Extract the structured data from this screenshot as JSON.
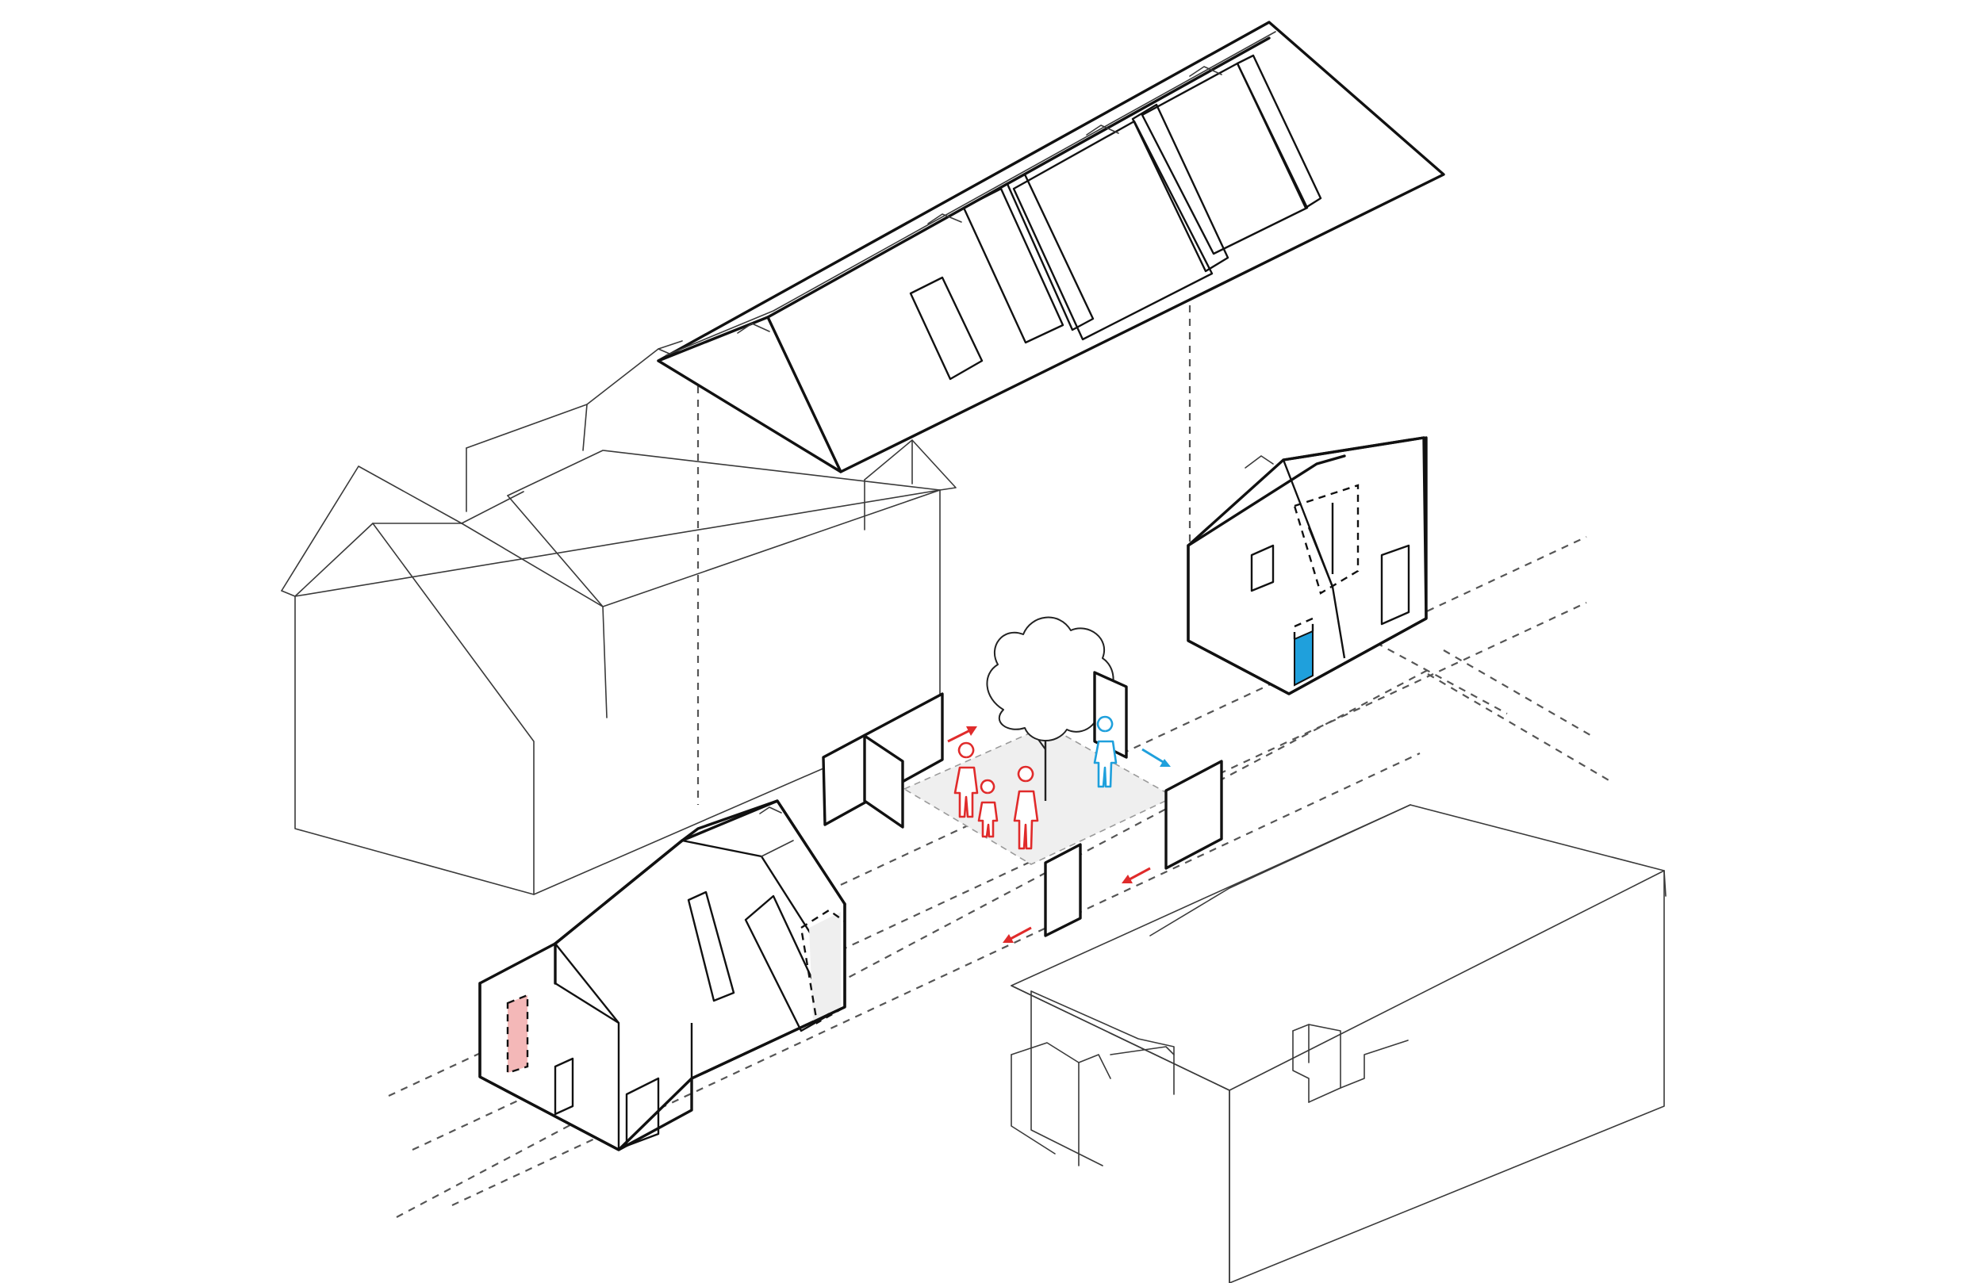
{
  "diagram": {
    "type": "axonometric-architectural-diagram",
    "colors": {
      "line": "#111111",
      "thin_line": "#3a3a3a",
      "red_accent": "#e02b2b",
      "blue_accent": "#1fa0dc",
      "pink_fill": "#f4b8b8",
      "courtyard_fill": "#efefef",
      "background": "#ffffff"
    },
    "people": {
      "red_count": 3,
      "blue_count": 1
    },
    "arrows": {
      "red_count": 3,
      "blue_count": 1
    }
  }
}
